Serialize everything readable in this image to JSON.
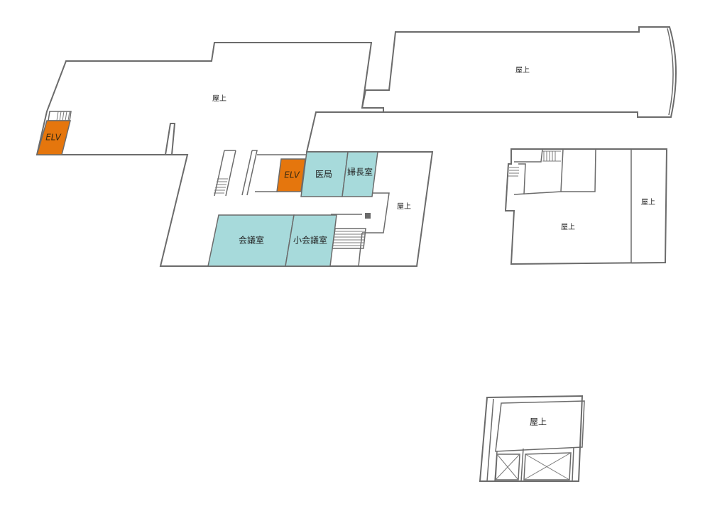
{
  "colors": {
    "room": "#a7dadb",
    "elevator": "#e5760d",
    "wall": "#6b6b6b",
    "background": "#ffffff"
  },
  "labels": {
    "roof_left": "屋上",
    "roof_top_right": "屋上",
    "roof_center_right": "屋上",
    "roof_right_block": "屋上",
    "roof_right_strip": "屋上",
    "roof_bottom": "屋上",
    "elv_left": "ELV",
    "elv_center": "ELV",
    "room_ikyoku": "医局",
    "room_fuchoshitsu": "婦長室",
    "room_kaigishitsu": "会議室",
    "room_shokaigishitsu": "小会議室"
  }
}
